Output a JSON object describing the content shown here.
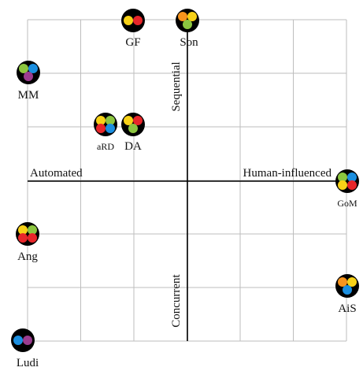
{
  "diagram": {
    "axis_labels": {
      "left": "Automated",
      "right": "Human-influenced",
      "top": "Sequential",
      "bottom": "Concurrent"
    },
    "grid": {
      "columns": 6,
      "rows": 6,
      "visible": true
    },
    "colors": {
      "grid": "#bdbdbd",
      "axis": "#000000",
      "node_disk": "#000000",
      "red": "#e8262a",
      "green": "#8cc63f",
      "yellow": "#f7d117",
      "blue": "#1b8fe0",
      "orange": "#f7941d",
      "purple": "#9b3c8f"
    },
    "nodes": [
      {
        "id": "gf",
        "label": "GF",
        "dots": [
          "yellow",
          "red"
        ]
      },
      {
        "id": "son",
        "label": "Son",
        "dots": [
          "orange",
          "yellow",
          "green"
        ]
      },
      {
        "id": "mm",
        "label": "MM",
        "dots": [
          "green",
          "blue",
          "purple"
        ]
      },
      {
        "id": "ard",
        "label": "aRD",
        "dots": [
          "yellow",
          "green",
          "red",
          "blue"
        ]
      },
      {
        "id": "da",
        "label": "DA",
        "dots": [
          "yellow",
          "red",
          "green"
        ]
      },
      {
        "id": "gom",
        "label": "GoM",
        "dots": [
          "green",
          "blue",
          "yellow",
          "red"
        ]
      },
      {
        "id": "ang",
        "label": "Ang",
        "dots": [
          "yellow",
          "green",
          "red",
          "red"
        ]
      },
      {
        "id": "ais",
        "label": "AiS",
        "dots": [
          "orange",
          "yellow",
          "blue"
        ]
      },
      {
        "id": "ludi",
        "label": "Ludi",
        "dots": [
          "blue",
          "purple"
        ]
      }
    ]
  }
}
